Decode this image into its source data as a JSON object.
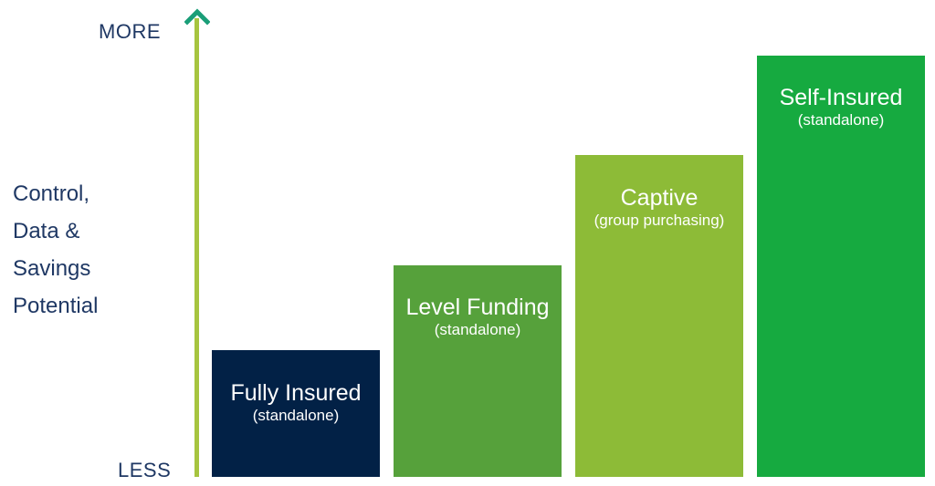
{
  "axis": {
    "top_label": "MORE",
    "bottom_label": "LESS",
    "ylabel_lines": [
      "Control,",
      "Data &",
      "Savings",
      "Potential"
    ],
    "arrow_line_color": "#a6c43f",
    "arrow_head_color": "#1a9e78"
  },
  "bars": [
    {
      "title": "Fully Insured",
      "subtitle": "(standalone)",
      "color": "#022146"
    },
    {
      "title": "Level Funding",
      "subtitle": "(standalone)",
      "color": "#56a13b"
    },
    {
      "title": "Captive",
      "subtitle": "(group purchasing)",
      "color": "#8dbb37"
    },
    {
      "title": "Self-Insured",
      "subtitle": "(standalone)",
      "color": "#16aa40"
    }
  ],
  "chart_data": {
    "type": "bar",
    "title": "",
    "categories": [
      "Fully Insured (standalone)",
      "Level Funding (standalone)",
      "Captive (group purchasing)",
      "Self-Insured (standalone)"
    ],
    "values": [
      1,
      2,
      3,
      4
    ],
    "xlabel": "",
    "ylabel": "Control, Data & Savings Potential",
    "y_axis_ends": {
      "bottom": "LESS",
      "top": "MORE"
    },
    "grid": false,
    "legend": null
  }
}
